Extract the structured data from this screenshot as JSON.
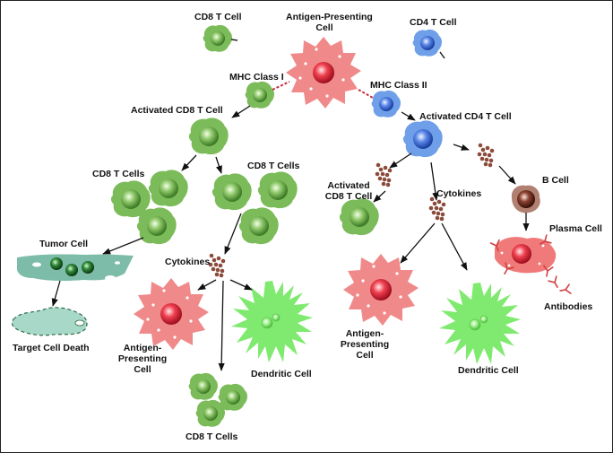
{
  "labels": {
    "cd8_t_cell_top": "CD8 T Cell",
    "apc_top_line1": "Antigen-Presenting",
    "apc_top_line2": "Cell",
    "cd4_t_cell_top": "CD4 T Cell",
    "mhc_class_1": "MHC Class I",
    "mhc_class_2": "MHC Class II",
    "activated_cd8": "Activated CD8 T Cell",
    "activated_cd4": "Activated CD4 T Cell",
    "cd8_t_cells_left": "CD8 T Cells",
    "cd8_t_cells_mid": "CD8 T Cells",
    "activated_cd8_right_line1": "Activated",
    "activated_cd8_right_line2": "CD8 T Cell",
    "cytokines_right": "Cytokines",
    "b_cell": "B Cell",
    "tumor_cell": "Tumor Cell",
    "cytokines_mid": "Cytokines",
    "plasma_cell": "Plasma Cell",
    "target_cell_death": "Target Cell Death",
    "antibodies": "Antibodies",
    "apc_mid_line1": "Antigen-",
    "apc_mid_line2": "Presenting",
    "apc_mid_line3": "Cell",
    "apc_right_line1": "Antigen-",
    "apc_right_line2": "Presenting",
    "apc_right_line3": "Cell",
    "dendritic_mid": "Dendritic Cell",
    "dendritic_right": "Dendritic Cell",
    "cd8_t_cells_bottom": "CD8 T Cells"
  },
  "colors": {
    "cd8_green": "#7cbb5a",
    "apc_pink": "#f08080",
    "cd4_blue": "#6f9fe8",
    "dendritic_green": "#7fe86f",
    "tumor_teal": "#7fbfa8",
    "b_cell_brown": "#8a4a3a",
    "cytokine_brown": "#8b4a3a",
    "antibody_red": "#d04040"
  }
}
